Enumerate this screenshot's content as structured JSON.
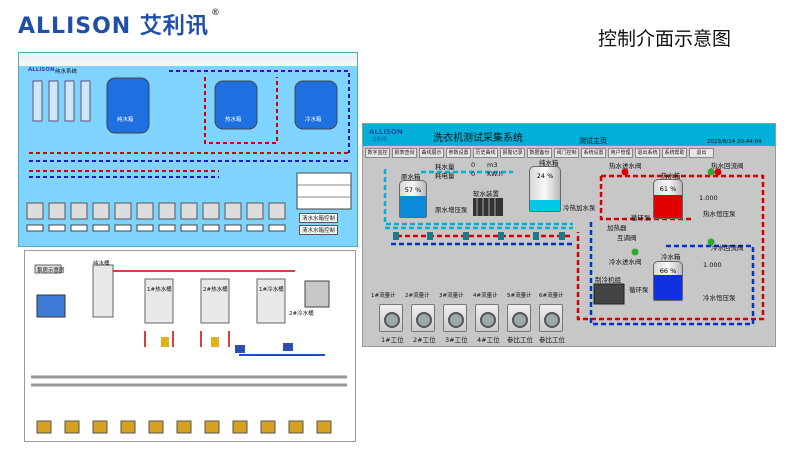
{
  "header": {
    "brand": "ALLISON 艾利讯",
    "reg_mark": "®",
    "title": "控制介面示意图"
  },
  "panel1": {
    "logo_text": "ALLISON",
    "system_label": "纯水系统",
    "tank_labels": [
      "纯水箱",
      "热水箱",
      "冷水箱"
    ],
    "btn_labels": [
      "清水水箱控制",
      "清水水箱控制"
    ]
  },
  "panel2": {
    "label": "泵房示意图",
    "tank_labels": [
      "纯水桶",
      "1#热水桶",
      "2#热水桶",
      "1#冷水桶",
      "2#冷水桶"
    ]
  },
  "panel3": {
    "logo": "ALLISON",
    "logo_sub": "艾利讯",
    "title": "洗衣机测试采集系统",
    "subtitle": "测试主页",
    "datetime": "2023/8/14   20:44:04",
    "nav": [
      "数字监控",
      "报表查询",
      "曲线展示",
      "参数设置",
      "历史曲线",
      "报警记录",
      "数据备份",
      "阀门控制",
      "系统设置",
      "用户管理",
      "退出系统",
      "系统帮助",
      "退出"
    ],
    "readouts": [
      {
        "label": "耗水量",
        "value": "0",
        "unit": "m3"
      },
      {
        "label": "耗电量",
        "value": "0",
        "unit": "KW.h"
      }
    ],
    "labels": {
      "raw_tank": "原水箱",
      "raw_pump": "原水增压泵",
      "softener": "软水装置",
      "pure_tank": "纯水箱",
      "cold_supply": "冷热加水泵",
      "hot_in_valve": "热水进水阀",
      "heater": "加热器",
      "hot_tank": "热水箱",
      "circ_pump": "循环泵",
      "mix_valve": "互调阀",
      "cold_in_valve": "冷水进水阀",
      "chiller": "制冷机组",
      "circ_pump2": "循环泵",
      "cold_tank": "冷水箱",
      "hot_return": "热水回流阀",
      "hot_booster": "热水恒压泵",
      "cold_return": "冷水回流阀",
      "cold_booster": "冷水恒压泵",
      "flow1": "1.000",
      "flow2": "1.000"
    },
    "tank_percent": {
      "raw": "57 %",
      "pure": "24 %",
      "hot": "61 %",
      "cold": "66 %"
    },
    "stations_top": [
      "1#流量计",
      "2#流量计",
      "3#流量计",
      "4#流量计",
      "5#流量计",
      "6#流量计"
    ],
    "stations": [
      "1#工位",
      "2#工位",
      "3#工位",
      "4#工位",
      "参比工位",
      "参比工位"
    ]
  },
  "colors": {
    "accent_blue": "#1f4fa8",
    "hot_red": "#d40000",
    "cold_blue": "#0033cc",
    "pure_cyan": "#00b0d8"
  }
}
